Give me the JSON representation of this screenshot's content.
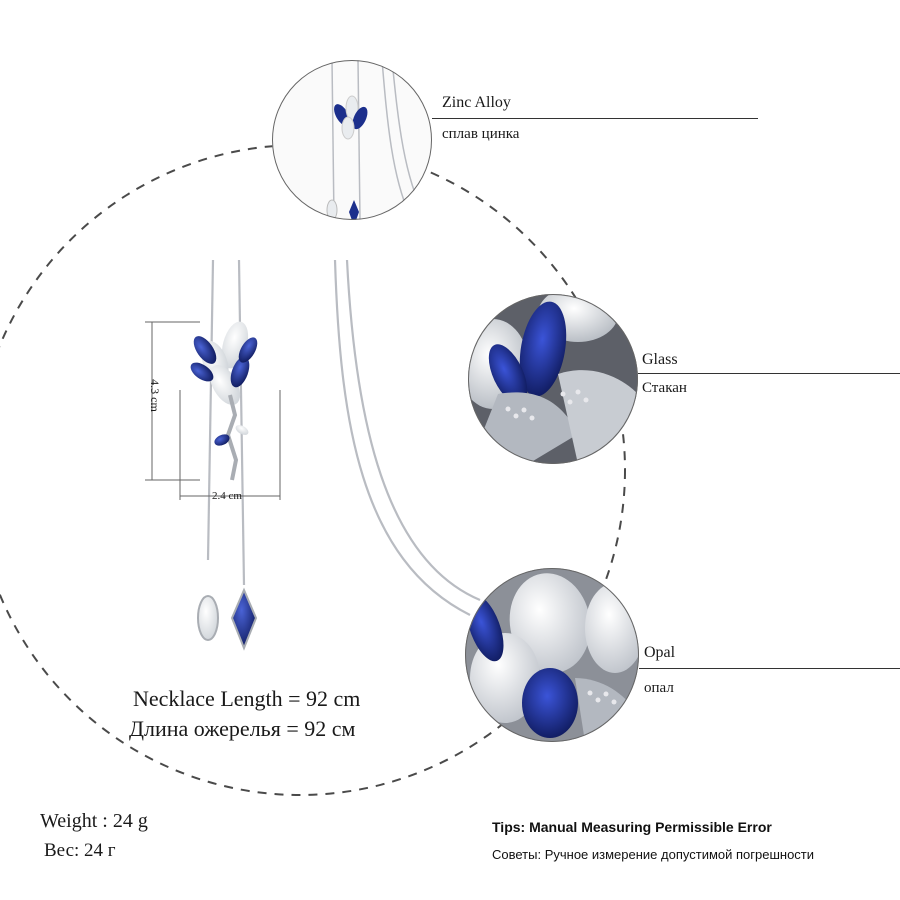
{
  "materials": {
    "zinc": {
      "en": "Zinc Alloy",
      "ru": "сплав цинка"
    },
    "glass": {
      "en": "Glass",
      "ru": "Стакан"
    },
    "opal": {
      "en": "Opal",
      "ru": "опал"
    }
  },
  "dimensions": {
    "height": "4.3 cm",
    "width": "2.4 cm"
  },
  "length": {
    "en": "Necklace Length = 92 cm",
    "ru": "Длина ожерелья = 92 см"
  },
  "weight": {
    "en": "Weight : 24 g",
    "ru": "Вес: 24 г"
  },
  "tips": {
    "en": "Tips: Manual Measuring Permissible Error",
    "ru": "Советы: Ручное измерение допустимой погрешности"
  },
  "colors": {
    "sapphire": "#1c2f8c",
    "opal": "#e9ecef",
    "silver": "#b9bcc2",
    "dash": "#4a4a4a"
  },
  "icons": {
    "necklace": "necklace-pendant-icon"
  }
}
